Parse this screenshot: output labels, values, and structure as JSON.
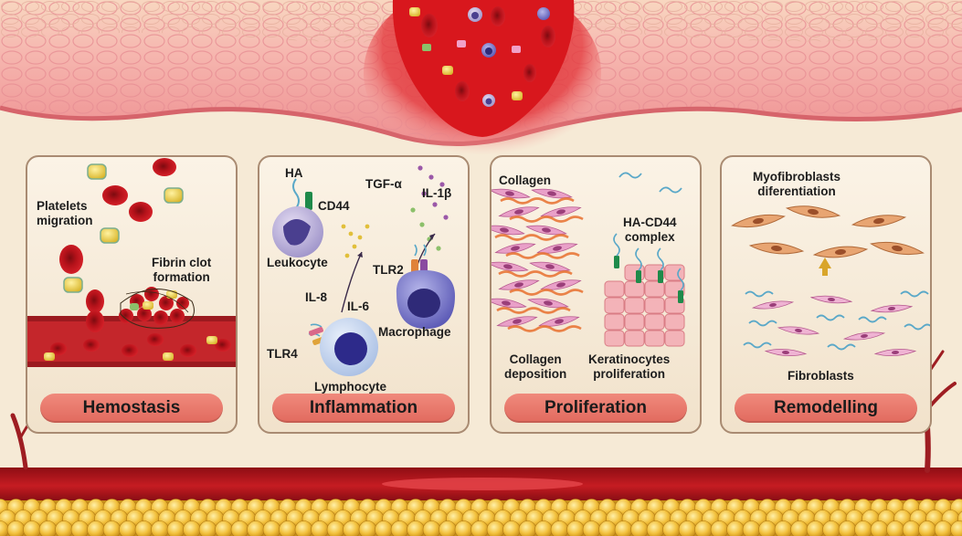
{
  "stages": [
    {
      "name": "Hemostasis",
      "labels": {
        "platelets": "Platelets\nmigration",
        "fibrin": "Fibrin clot\nformation"
      }
    },
    {
      "name": "Inflammation",
      "labels": {
        "ha": "HA",
        "cd44": "CD44",
        "leukocyte": "Leukocyte",
        "tgf": "TGF-α",
        "il1b": "IL-1β",
        "tlr2": "TLR2",
        "il8": "IL-8",
        "il6": "IL-6",
        "macrophage": "Macrophage",
        "tlr4": "TLR4",
        "lymphocyte": "Lymphocyte"
      }
    },
    {
      "name": "Proliferation",
      "labels": {
        "collagen": "Collagen",
        "hacd44": "HA-CD44\ncomplex",
        "deposition": "Collagen\ndeposition",
        "kerat": "Keratinocytes\nproliferation"
      }
    },
    {
      "name": "Remodelling",
      "labels": {
        "myo": "Myofibroblasts\ndiferentiation",
        "fibroblasts": "Fibroblasts"
      }
    }
  ],
  "colors": {
    "background": "#f6ead6",
    "skin": "#f2a6a3",
    "wound": "#d9161c",
    "blood": "#b0101a",
    "fat": "#f0c23a",
    "button": "#e87567",
    "fibroblast": "#e9a0c8",
    "myofibroblast": "#e4a070"
  }
}
